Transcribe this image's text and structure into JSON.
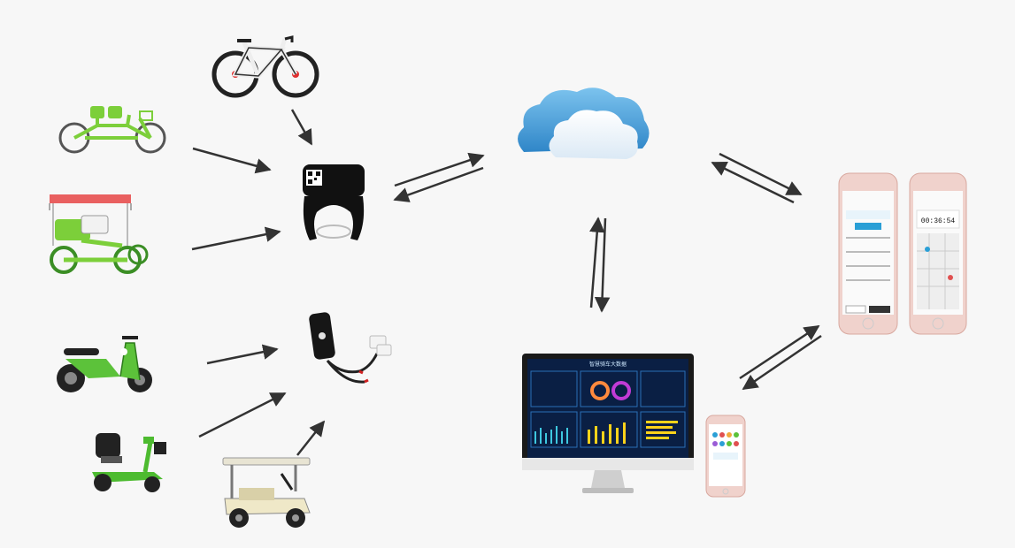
{
  "diagram": {
    "nodes": [
      {
        "id": "bicycle",
        "icon": "bicycle-icon"
      },
      {
        "id": "tandem-bike",
        "icon": "tandem-bicycle-icon"
      },
      {
        "id": "surrey-bike",
        "icon": "surrey-bike-icon"
      },
      {
        "id": "smart-lock",
        "icon": "smart-lock-icon"
      },
      {
        "id": "gps-tracker",
        "icon": "gps-tracker-icon"
      },
      {
        "id": "e-scooter",
        "icon": "electric-scooter-icon"
      },
      {
        "id": "mobility-scooter",
        "icon": "mobility-scooter-icon"
      },
      {
        "id": "golf-cart",
        "icon": "golf-cart-icon"
      },
      {
        "id": "cloud",
        "icon": "cloud-icon"
      },
      {
        "id": "phones",
        "icon": "smartphone-icon"
      },
      {
        "id": "dashboard",
        "icon": "monitor-dashboard-icon"
      },
      {
        "id": "mini-phone",
        "icon": "smartphone-icon"
      }
    ],
    "edges": [
      {
        "from": "bicycle",
        "to": "smart-lock"
      },
      {
        "from": "tandem-bike",
        "to": "smart-lock"
      },
      {
        "from": "surrey-bike",
        "to": "smart-lock"
      },
      {
        "from": "e-scooter",
        "to": "gps-tracker"
      },
      {
        "from": "mobility-scooter",
        "to": "gps-tracker"
      },
      {
        "from": "golf-cart",
        "to": "gps-tracker"
      },
      {
        "from": "smart-lock",
        "to": "cloud",
        "bidirectional": true
      },
      {
        "from": "cloud",
        "to": "phones",
        "bidirectional": true
      },
      {
        "from": "cloud",
        "to": "dashboard",
        "bidirectional": true
      },
      {
        "from": "phones",
        "to": "dashboard",
        "bidirectional": true
      }
    ]
  },
  "dashboard_title": "智慧骑车大数据",
  "phone_timer": "00:36:54",
  "colors": {
    "arrow": "#333333",
    "green": "#6ac43a",
    "cloud_light": "#eaf4fb",
    "cloud_blue": "#4aa0d8",
    "screen_bg": "#0a1f44"
  }
}
